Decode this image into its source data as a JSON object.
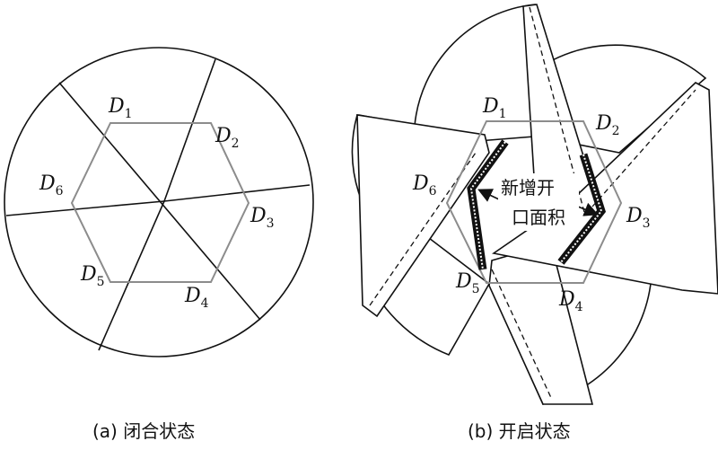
{
  "panel_a": {
    "caption": "(a) 闭合状态",
    "labels": [
      {
        "letter": "D",
        "sub": "1"
      },
      {
        "letter": "D",
        "sub": "2"
      },
      {
        "letter": "D",
        "sub": "3"
      },
      {
        "letter": "D",
        "sub": "4"
      },
      {
        "letter": "D",
        "sub": "5"
      },
      {
        "letter": "D",
        "sub": "6"
      }
    ]
  },
  "panel_b": {
    "caption": "(b) 开启状态",
    "labels": [
      {
        "letter": "D",
        "sub": "1"
      },
      {
        "letter": "D",
        "sub": "2"
      },
      {
        "letter": "D",
        "sub": "3"
      },
      {
        "letter": "D",
        "sub": "4"
      },
      {
        "letter": "D",
        "sub": "5"
      },
      {
        "letter": "D",
        "sub": "6"
      }
    ],
    "annotation_line1": "新增开",
    "annotation_line2": "口面积"
  }
}
